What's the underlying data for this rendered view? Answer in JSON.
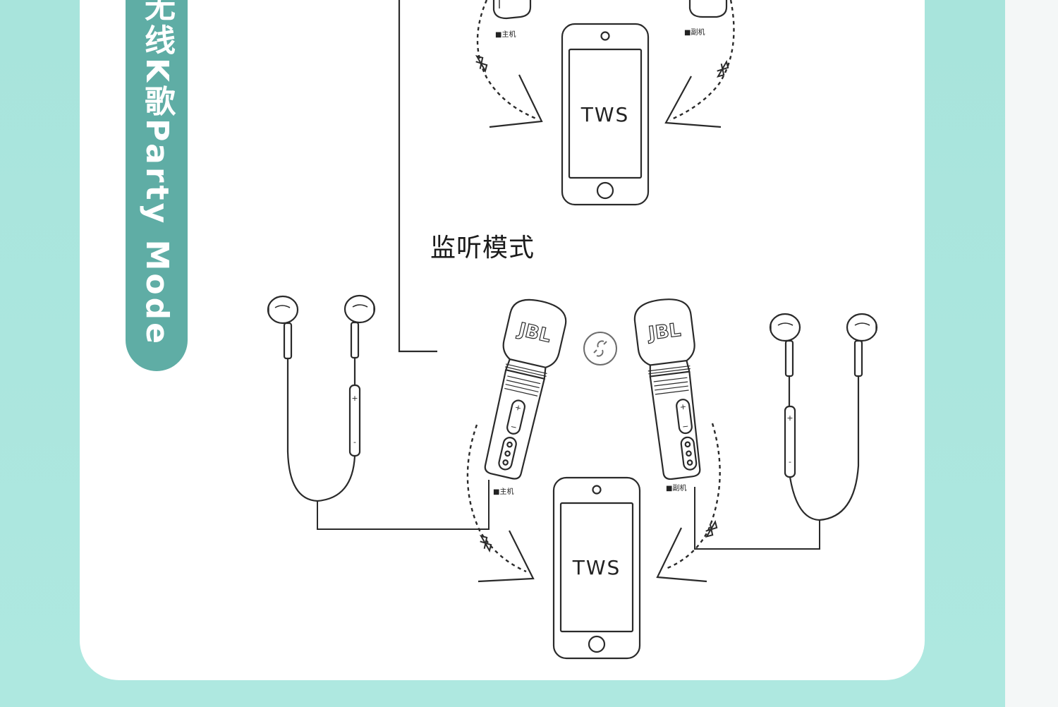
{
  "side_tab": {
    "label": "无线K歌Party Mode"
  },
  "section": {
    "title": "监听模式"
  },
  "phone_label": "TWS",
  "mic_brand": "JBL",
  "labels": {
    "host": "■主机",
    "secondary": "■副机"
  },
  "icons": [
    "bluetooth-icon",
    "link-icon"
  ],
  "colors": {
    "background": "#a8e4dc",
    "tab": "#5fada5",
    "line": "#2a2a2a"
  }
}
